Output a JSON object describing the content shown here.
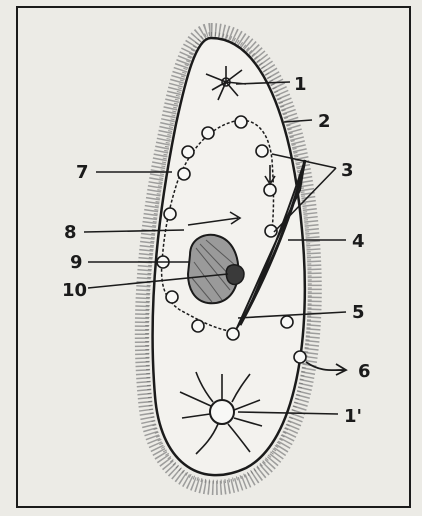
{
  "labels": {
    "l1": "1",
    "l2": "2",
    "l3": "3",
    "l4": "4",
    "l5": "5",
    "l6": "6",
    "l7": "7",
    "l8": "8",
    "l9": "9",
    "l10": "10",
    "l1p": "1'"
  },
  "colors": {
    "ink": "#1b1b1b",
    "paper": "#ecebe6",
    "cilia": "#7b7b7b"
  }
}
